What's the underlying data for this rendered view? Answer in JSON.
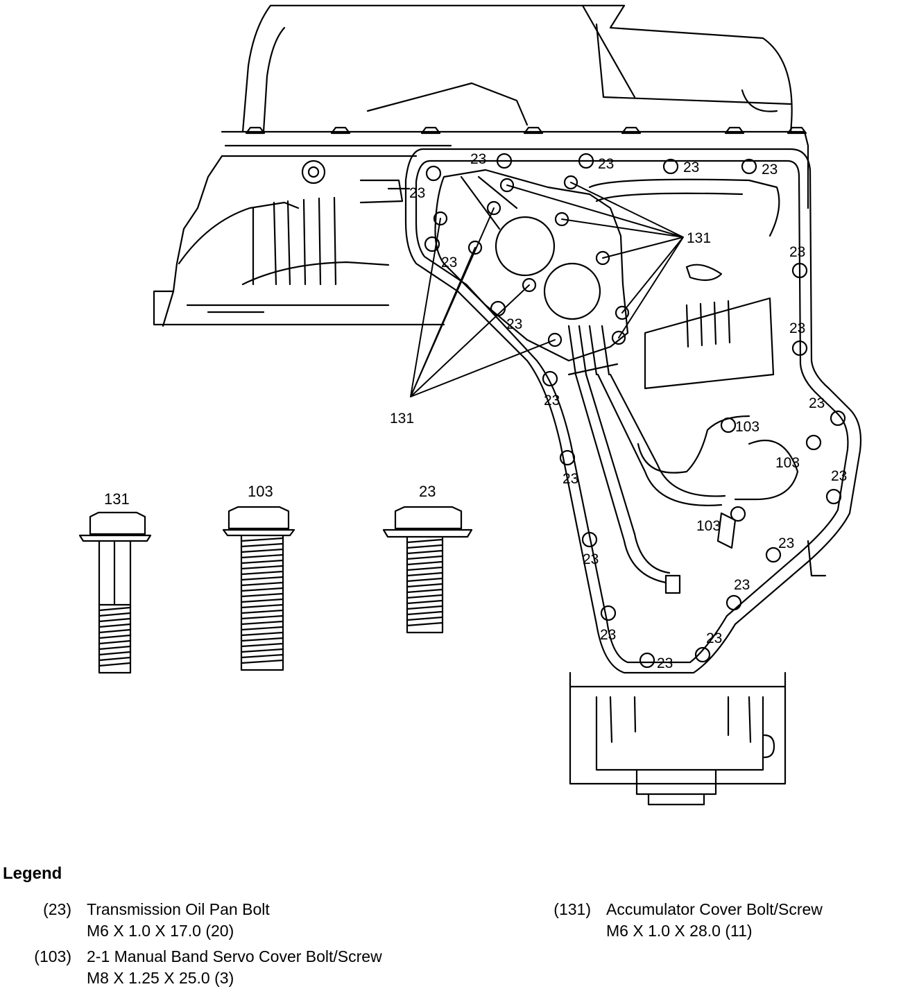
{
  "callouts": {
    "pan_bolt": "23",
    "servo_bolt": "103",
    "accumulator_bolt": "131"
  },
  "bolt_labels": {
    "accumulator": "131",
    "servo": "103",
    "pan": "23"
  },
  "legend": {
    "title": "Legend",
    "entries": [
      {
        "code": "(23)",
        "name": "Transmission Oil Pan Bolt",
        "spec": "M6 X 1.0 X 17.0 (20)"
      },
      {
        "code": "(103)",
        "name": "2-1 Manual Band Servo Cover Bolt/Screw",
        "spec": "M8 X 1.25 X 25.0 (3)"
      },
      {
        "code": "(131)",
        "name": "Accumulator Cover Bolt/Screw",
        "spec": "M6 X 1.0 X 28.0 (11)"
      }
    ]
  }
}
